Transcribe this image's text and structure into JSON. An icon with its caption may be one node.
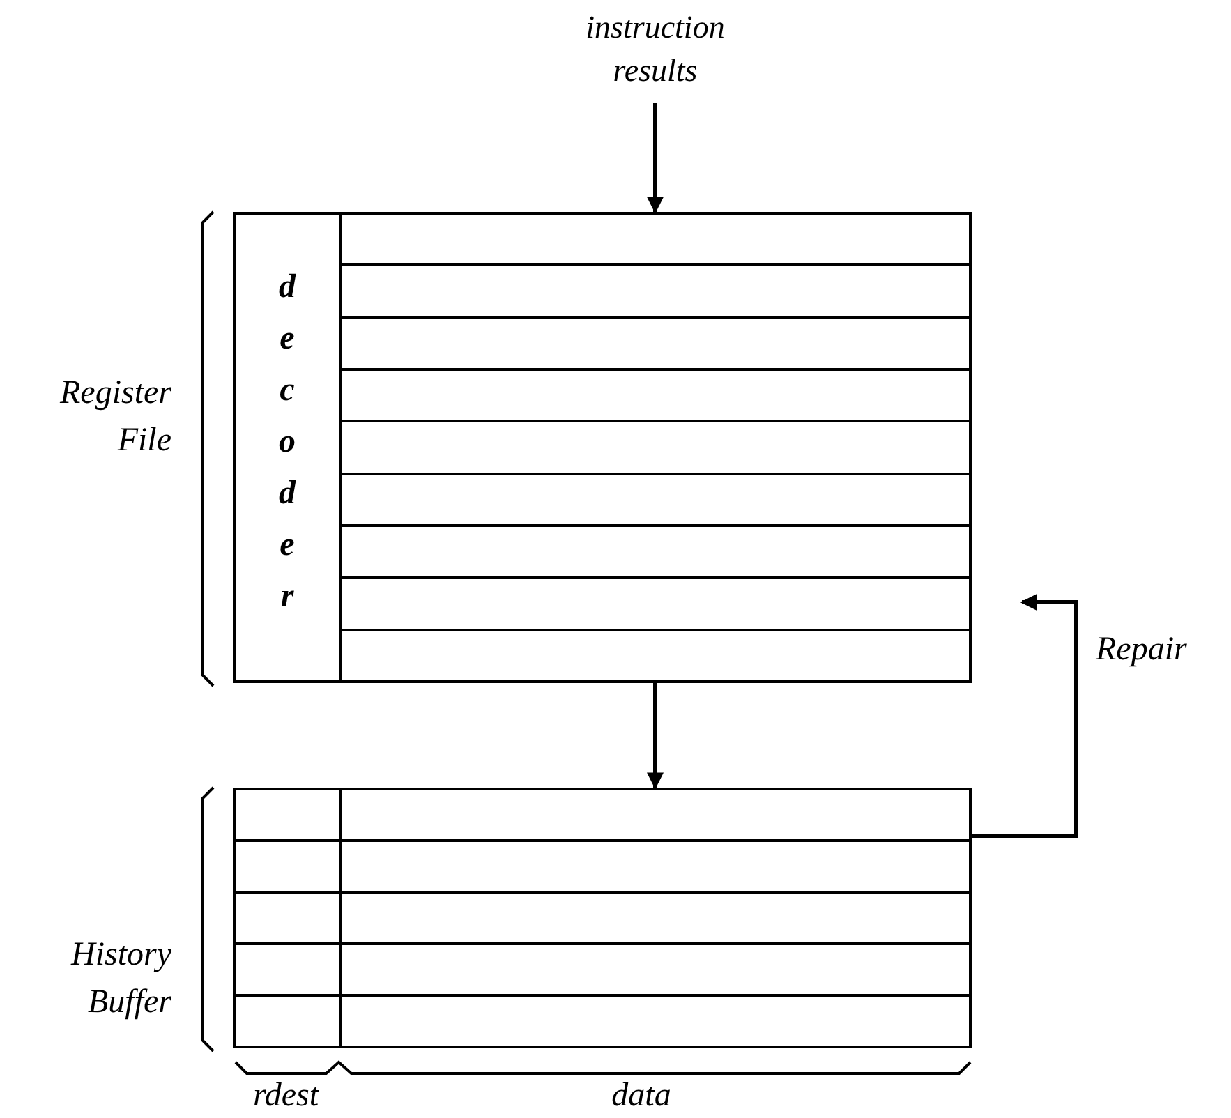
{
  "diagram": {
    "nodes": [
      {
        "text": [
          "instruction results"
        ]
      },
      {
        "text": [
          "Register File"
        ]
      },
      {
        "text": [
          "decoder"
        ],
        "in": 1
      },
      {
        "text": [
          "History Buffer"
        ]
      }
    ],
    "edges": [
      {
        "from": 0,
        "to": 1,
        "arrow": "to"
      },
      {
        "from": 1,
        "to": 3,
        "arrow": "to"
      },
      {
        "from": 3,
        "to": 1,
        "arrow": "to",
        "label": "Repair"
      }
    ],
    "labels": [
      "rdest",
      "data"
    ]
  }
}
